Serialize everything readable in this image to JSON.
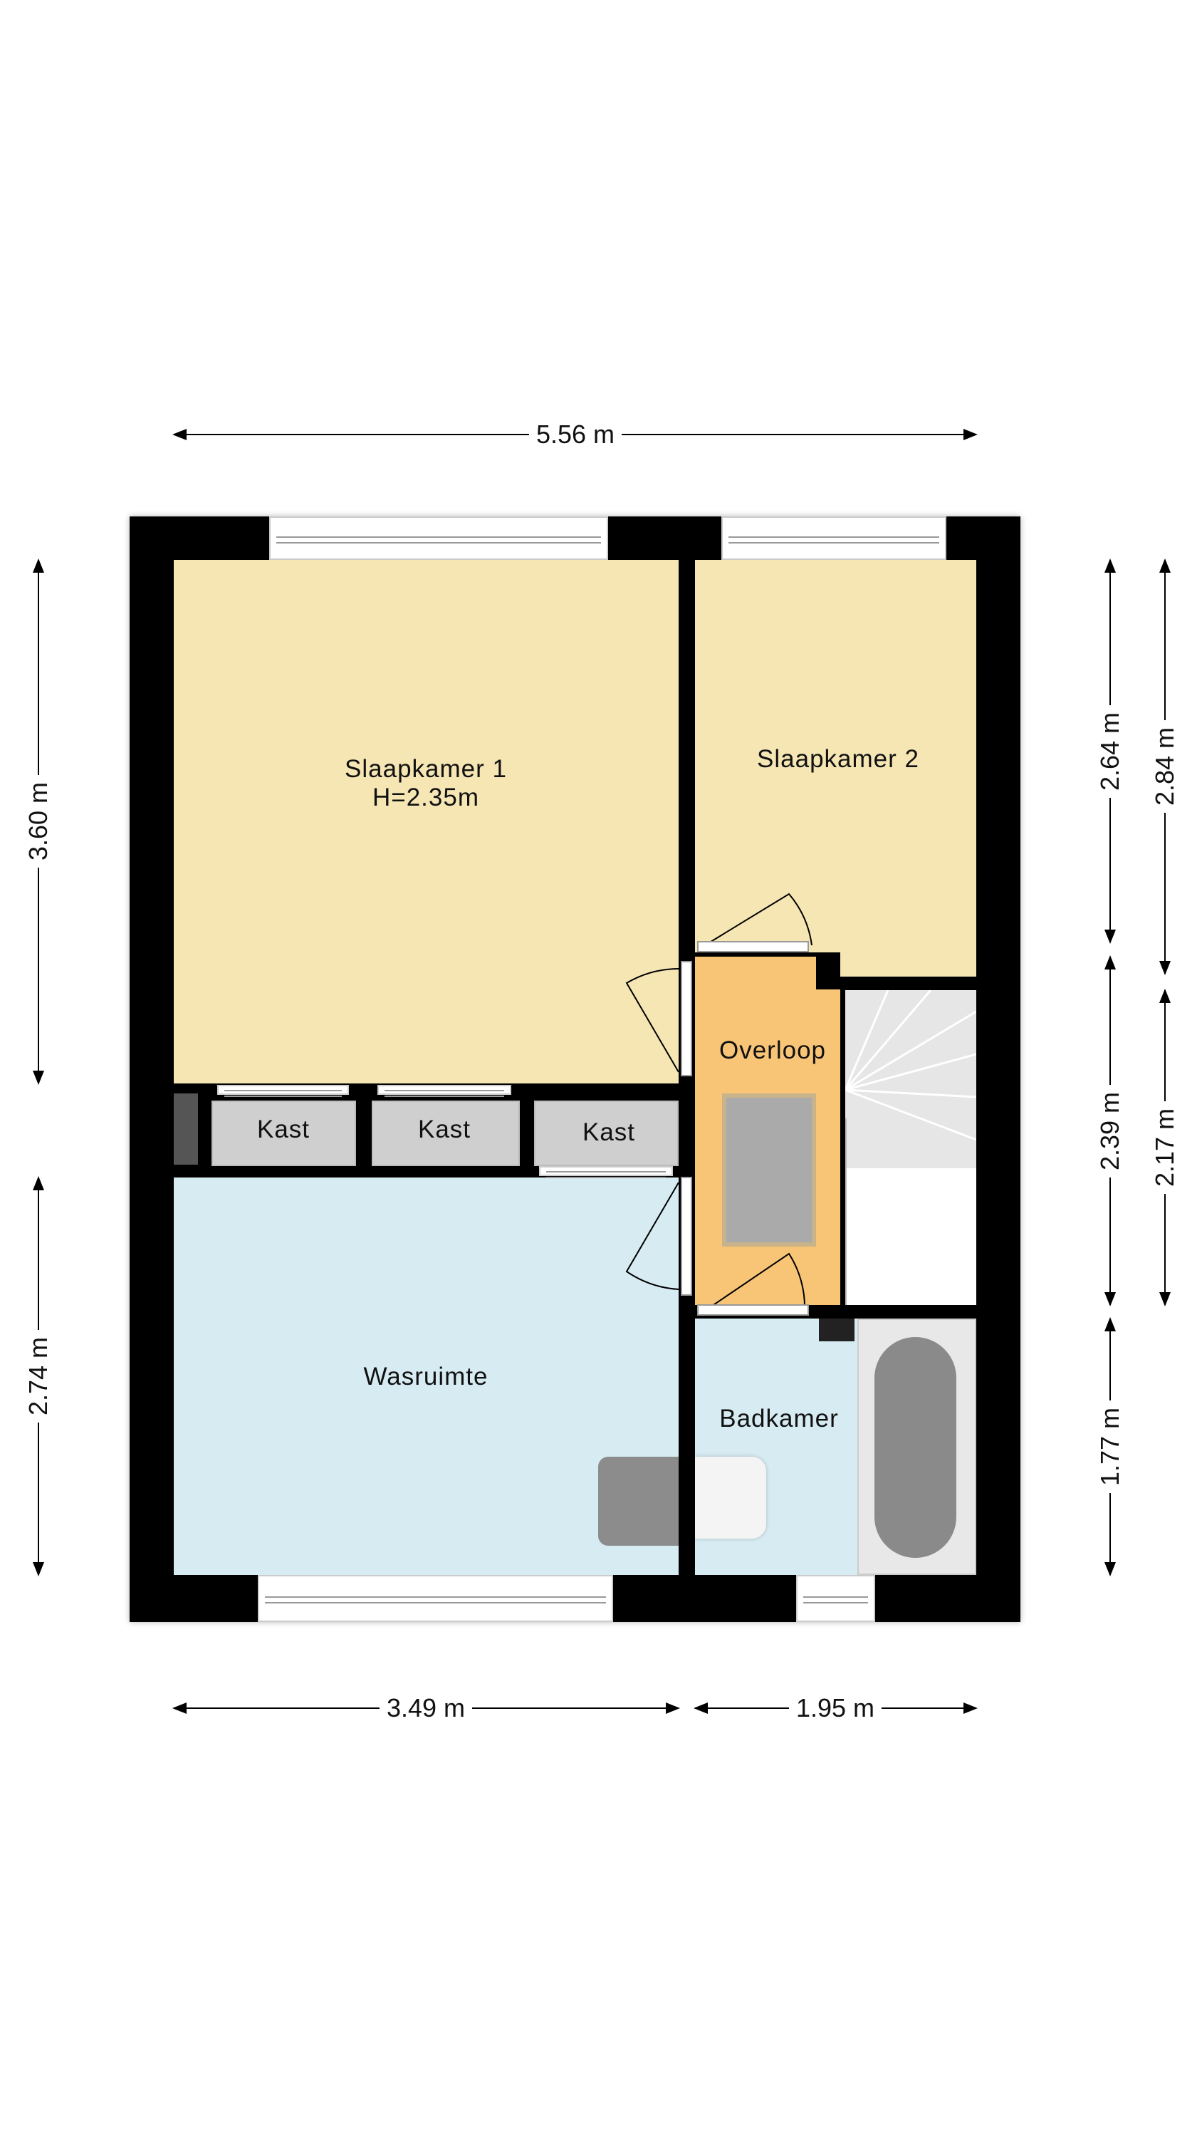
{
  "rooms": {
    "slaapkamer1": {
      "name": "Slaapkamer 1",
      "height": "H=2.35m"
    },
    "slaapkamer2": {
      "name": "Slaapkamer 2"
    },
    "overloop": {
      "name": "Overloop"
    },
    "kast1": {
      "name": "Kast"
    },
    "kast2": {
      "name": "Kast"
    },
    "kast3": {
      "name": "Kast"
    },
    "wasruimte": {
      "name": "Wasruimte"
    },
    "badkamer": {
      "name": "Badkamer"
    }
  },
  "dimensions": {
    "top": "5.56 m",
    "bottom_left": "3.49 m",
    "bottom_right": "1.95 m",
    "left_top": "3.60 m",
    "left_bottom": "2.74 m",
    "right_inner_1": "2.64 m",
    "right_inner_2": "2.39 m",
    "right_inner_3": "1.77 m",
    "right_outer_1": "2.84 m",
    "right_outer_2": "2.17 m"
  },
  "colors": {
    "bedroom": "#f5e6b4",
    "landing": "#f8c577",
    "wet": "#d6ebf2",
    "wall": "#000000"
  }
}
